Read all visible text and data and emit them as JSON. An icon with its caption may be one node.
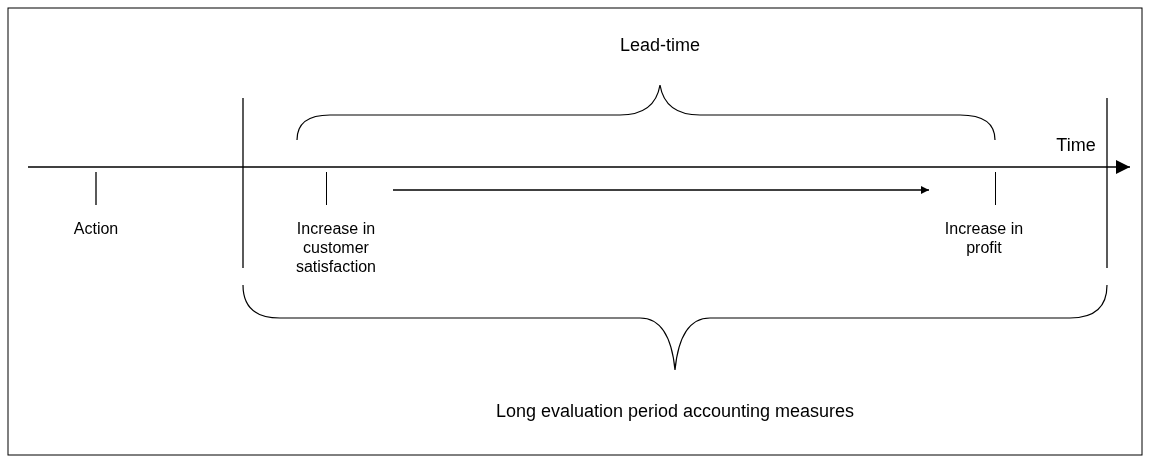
{
  "diagram": {
    "nodes": [
      {
        "text": [
          "Increase in customer satisfaction"
        ]
      },
      {
        "text": [
          "Increase in profit"
        ]
      }
    ],
    "edges": [
      {
        "from": 0,
        "to": 1,
        "arrow": "to"
      }
    ],
    "labels": [
      "Lead-time",
      "Time",
      "Action",
      "Long evaluation period accounting measures"
    ]
  }
}
